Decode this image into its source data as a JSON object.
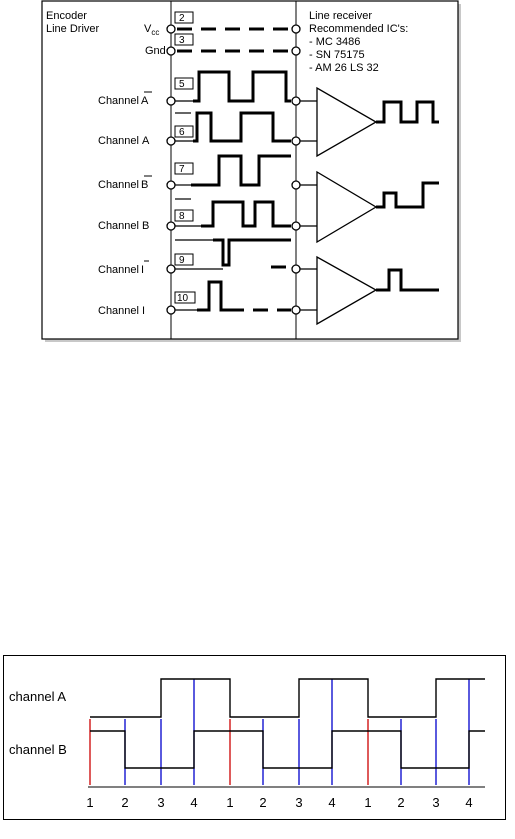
{
  "encoder_diagram": {
    "left_title_line1": "Encoder",
    "left_title_line2": "Line Driver",
    "right_title_line1": "Line receiver",
    "right_title_line2": "Recommended IC's:",
    "ic_list": [
      "- MC 3486",
      "- SN 75175",
      "- AM 26 LS 32"
    ],
    "vcc_label_main": "V",
    "vcc_label_sub": "cc",
    "gnd_label": "Gnd",
    "pins": [
      "2",
      "3",
      "5",
      "6",
      "7",
      "8",
      "9",
      "10"
    ],
    "channel_prefix": "Channel",
    "channel_letters": [
      "A",
      "A",
      "B",
      "B",
      "I",
      "I"
    ],
    "channel_inverted": [
      true,
      false,
      true,
      false,
      true,
      false
    ],
    "colors": {
      "border": "#000000",
      "signal": "#000000",
      "background": "#ffffff"
    }
  },
  "timing_diagram": {
    "channel_a_label": "channel A",
    "channel_b_label": "channel B",
    "tick_labels": [
      "1",
      "2",
      "3",
      "4",
      "1",
      "2",
      "3",
      "4",
      "1",
      "2",
      "3",
      "4"
    ],
    "tick_colors": [
      "#cc0000",
      "#0000cc",
      "#0000cc",
      "#0000cc",
      "#cc0000",
      "#0000cc",
      "#0000cc",
      "#0000cc",
      "#cc0000",
      "#0000cc",
      "#0000cc",
      "#0000cc"
    ],
    "colors": {
      "red_marker": "#cc0000",
      "blue_marker": "#0000cc",
      "waveform": "#000000",
      "border": "#000000"
    }
  }
}
